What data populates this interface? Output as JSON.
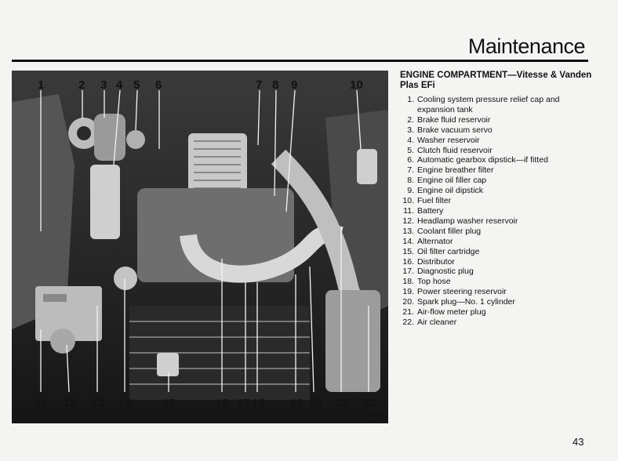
{
  "header": {
    "title": "Maintenance"
  },
  "legend": {
    "title": "ENGINE COMPARTMENT—Vitesse & Vanden Plas EFi",
    "items": [
      {
        "num": "1.",
        "text": "Cooling system pressure relief cap and expansion tank"
      },
      {
        "num": "2.",
        "text": "Brake fluid reservoir"
      },
      {
        "num": "3.",
        "text": "Brake vacuum servo"
      },
      {
        "num": "4.",
        "text": "Washer reservoir"
      },
      {
        "num": "5.",
        "text": "Clutch fluid reservoir"
      },
      {
        "num": "6.",
        "text": "Automatic gearbox dipstick—if fitted"
      },
      {
        "num": "7.",
        "text": "Engine breather filter"
      },
      {
        "num": "8.",
        "text": "Engine oil filler cap"
      },
      {
        "num": "9.",
        "text": "Engine oil dipstick"
      },
      {
        "num": "10.",
        "text": "Fuel filter"
      },
      {
        "num": "11.",
        "text": "Battery"
      },
      {
        "num": "12.",
        "text": "Headlamp washer reservoir"
      },
      {
        "num": "13.",
        "text": "Coolant filler plug"
      },
      {
        "num": "14.",
        "text": "Alternator"
      },
      {
        "num": "15.",
        "text": "Oil filter cartridge"
      },
      {
        "num": "16.",
        "text": "Distributor"
      },
      {
        "num": "17.",
        "text": "Diagnostic plug"
      },
      {
        "num": "18.",
        "text": "Top hose"
      },
      {
        "num": "19.",
        "text": "Power steering reservoir"
      },
      {
        "num": "20.",
        "text": "Spark plug—No. 1 cylinder"
      },
      {
        "num": "21.",
        "text": "Air-flow meter plug"
      },
      {
        "num": "22.",
        "text": "Air cleaner"
      }
    ]
  },
  "figure": {
    "callouts_top": [
      "1",
      "2",
      "3",
      "4",
      "5",
      "6",
      "7",
      "8",
      "9",
      "10"
    ],
    "callouts_bottom": [
      "11",
      "12",
      "13",
      "14",
      "15",
      "16",
      "17",
      "18",
      "19",
      "20",
      "21",
      "22"
    ],
    "code": "H06810"
  },
  "page": {
    "number": "43"
  }
}
